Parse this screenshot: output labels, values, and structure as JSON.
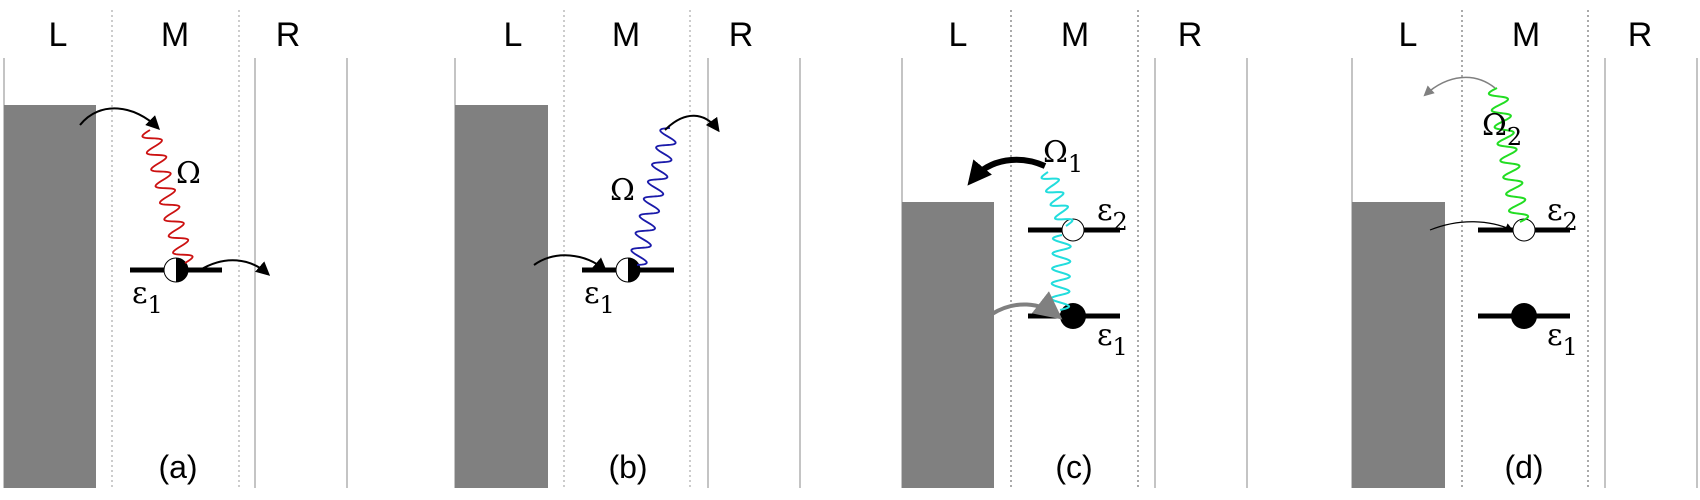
{
  "panels": [
    {
      "id": "a",
      "caption": "(a)",
      "columns": [
        "L",
        "M",
        "R"
      ],
      "photon_label": "Ω",
      "photon_sub": "",
      "photon_color": "#cc1111",
      "level_labels": [
        {
          "sym": "ε",
          "sub": "1"
        }
      ]
    },
    {
      "id": "b",
      "caption": "(b)",
      "columns": [
        "L",
        "M",
        "R"
      ],
      "photon_label": "Ω",
      "photon_sub": "",
      "photon_color": "#1a1aaa",
      "level_labels": [
        {
          "sym": "ε",
          "sub": "1"
        }
      ]
    },
    {
      "id": "c",
      "caption": "(c)",
      "columns": [
        "L",
        "M",
        "R"
      ],
      "photon_label": "Ω",
      "photon_sub": "1",
      "photon_color": "#22dddd",
      "level_labels": [
        {
          "sym": "ε",
          "sub": "2"
        },
        {
          "sym": "ε",
          "sub": "1"
        }
      ]
    },
    {
      "id": "d",
      "caption": "(d)",
      "columns": [
        "L",
        "M",
        "R"
      ],
      "photon_label": "Ω",
      "photon_sub": "2",
      "photon_color": "#22dd22",
      "level_labels": [
        {
          "sym": "ε",
          "sub": "2"
        },
        {
          "sym": "ε",
          "sub": "1"
        }
      ]
    }
  ],
  "colors": {
    "lead_fill": "#808080",
    "line": "#666666",
    "arrow": "#000000",
    "arrow_grey": "#808080"
  }
}
